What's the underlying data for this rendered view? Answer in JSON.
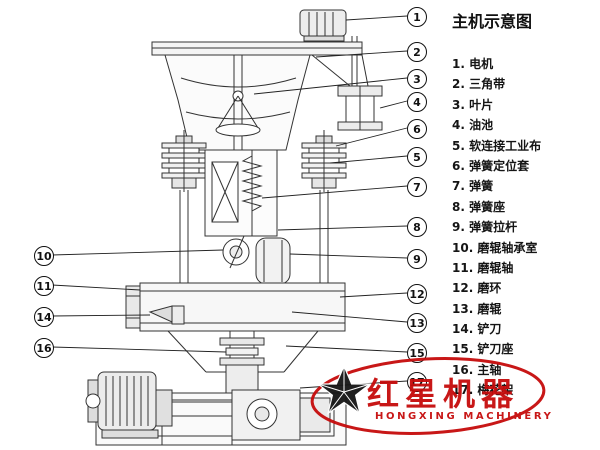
{
  "title": "主机示意图",
  "legend": {
    "items": [
      "1. 电机",
      "2. 三角带",
      "3. 叶片",
      "4. 油池",
      "5. 软连接工业布",
      "6. 弹簧定位套",
      "7. 弹簧",
      "8. 弹簧座",
      "9. 弹簧拉杆",
      "10. 磨辊轴承室",
      "11. 磨辊轴",
      "12. 磨环",
      "13. 磨辊",
      "14. 铲刀",
      "15. 铲刀座",
      "16. 主轴",
      "17. 梅花架"
    ]
  },
  "callouts": {
    "numbers": [
      "1",
      "2",
      "3",
      "4",
      "5",
      "6",
      "7",
      "8",
      "9",
      "10",
      "11",
      "12",
      "13",
      "14",
      "15",
      "16",
      "17"
    ]
  },
  "watermark": {
    "brand": "红星机器",
    "sub": "HONGXING MACHINERY",
    "color": "#c60b0b"
  },
  "colors": {
    "line": "#333333",
    "accent_red": "#c60b0b"
  }
}
